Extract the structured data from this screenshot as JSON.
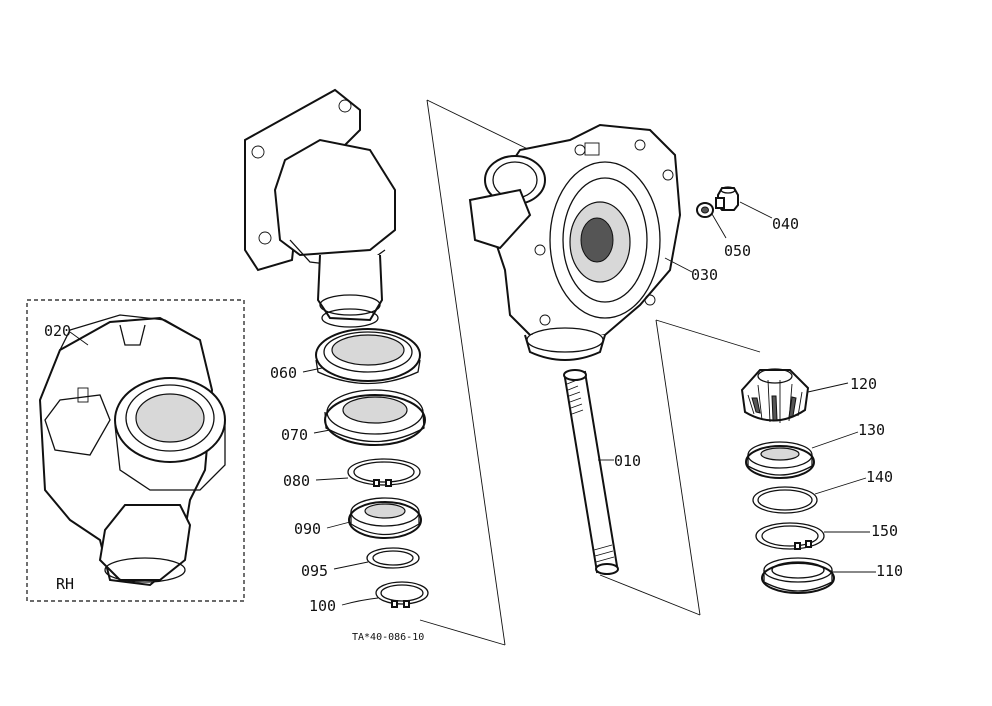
{
  "callouts": [
    {
      "id": "p010",
      "label": "010"
    },
    {
      "id": "p020",
      "label": "020"
    },
    {
      "id": "p030",
      "label": "030"
    },
    {
      "id": "p040",
      "label": "040"
    },
    {
      "id": "p050",
      "label": "050"
    },
    {
      "id": "p060",
      "label": "060"
    },
    {
      "id": "p070",
      "label": "070"
    },
    {
      "id": "p080",
      "label": "080"
    },
    {
      "id": "p090",
      "label": "090"
    },
    {
      "id": "p095",
      "label": "095"
    },
    {
      "id": "p100",
      "label": "100"
    },
    {
      "id": "p110",
      "label": "110"
    },
    {
      "id": "p120",
      "label": "120"
    },
    {
      "id": "p130",
      "label": "130"
    },
    {
      "id": "p140",
      "label": "140"
    },
    {
      "id": "p150",
      "label": "150"
    }
  ],
  "inset_label": "RH",
  "figure_code": "TA*40-086-10"
}
